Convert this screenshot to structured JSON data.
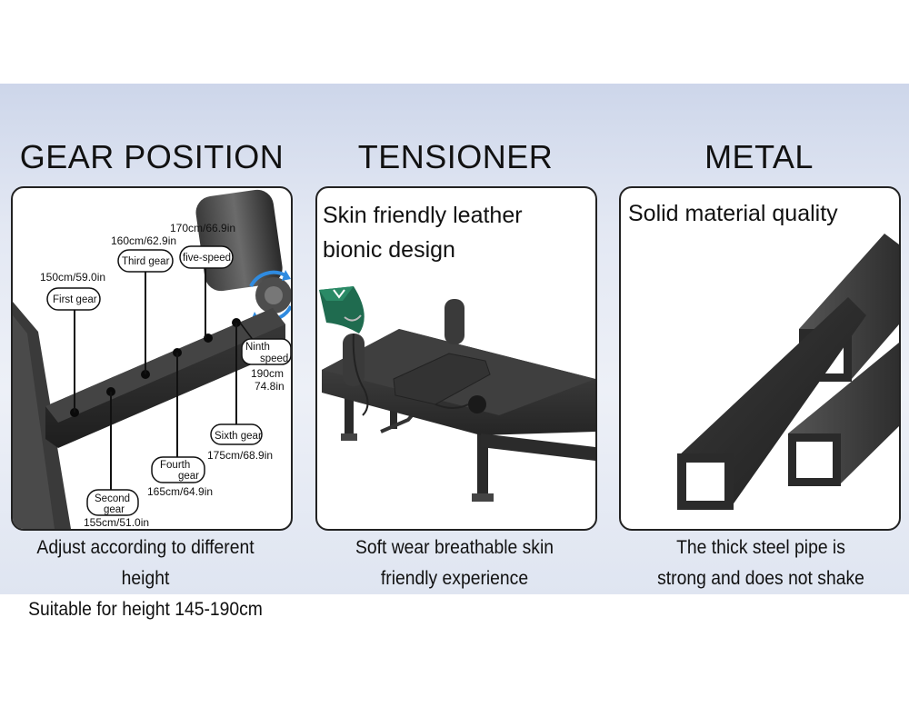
{
  "headings": {
    "gear_position": "GEAR POSITION",
    "tensioner": "TENSIONER",
    "metal": "METAL"
  },
  "gear_panel": {
    "labels": {
      "g1_height": "150cm/59.0in",
      "g1_name": "First gear",
      "g2_name_a": "Second",
      "g2_name_b": "gear",
      "g2_height": "155cm/51.0in",
      "g3_height": "160cm/62.9in",
      "g3_name": "Third gear",
      "g4_name_a": "Fourth",
      "g4_name_b": "gear",
      "g4_height": "165cm/64.9in",
      "g5_height": "170cm/66.9in",
      "g5_name": "five-speed",
      "g6_name": "Sixth gear",
      "g6_height": "175cm/68.9in",
      "g9_name_a": "Ninth",
      "g9_name_b": "speed",
      "g9_height_a": "190cm",
      "g9_height_b": "74.8in"
    }
  },
  "tensioner_panel": {
    "line1": "Skin friendly leather",
    "line2": "bionic design"
  },
  "metal_panel": {
    "line1": "Solid material quality"
  },
  "captions": {
    "gear_line1": "Adjust according to different height",
    "gear_line2": "Suitable for height 145-190cm",
    "tensioner_line1": "Soft wear breathable skin",
    "tensioner_line2": "friendly experience",
    "metal_line1": "The thick steel pipe is",
    "metal_line2": "strong and does not shake"
  }
}
